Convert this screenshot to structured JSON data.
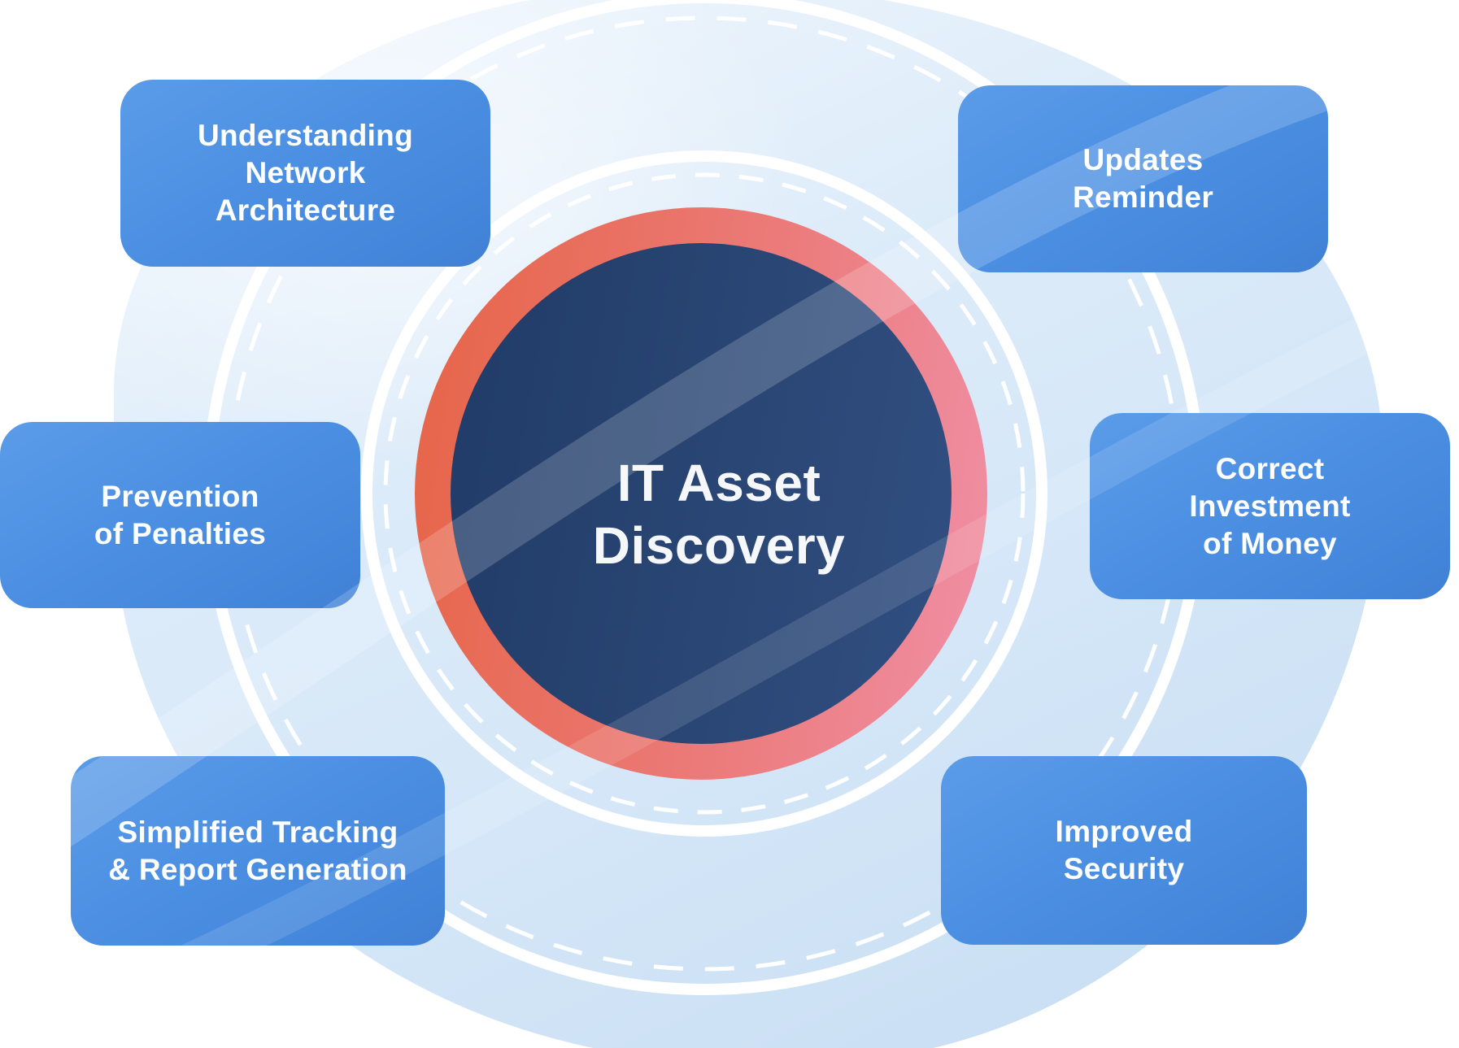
{
  "title": {
    "lines": [
      "IT Asset",
      "Discovery"
    ]
  },
  "benefits": [
    {
      "id": "understanding-network-architecture",
      "lines": [
        "Understanding",
        "Network",
        "Architecture"
      ]
    },
    {
      "id": "updates-reminder",
      "lines": [
        "Updates",
        "Reminder"
      ]
    },
    {
      "id": "prevention-of-penalties",
      "lines": [
        "Prevention",
        "of Penalties"
      ]
    },
    {
      "id": "correct-investment-of-money",
      "lines": [
        "Correct",
        "Investment",
        "of Money"
      ]
    },
    {
      "id": "simplified-tracking-report-generation",
      "lines": [
        "Simplified Tracking",
        "& Report Generation"
      ]
    },
    {
      "id": "improved-security",
      "lines": [
        "Improved",
        "Security"
      ]
    }
  ],
  "colors": {
    "card_blue": "#4a8ee2",
    "card_blue_light": "#5b9ce8",
    "card_blue_dark": "#4081d6",
    "navy_left": "#223d69",
    "navy_right": "#304e80",
    "ring_orange": "#e7674d",
    "ring_pink": "#ef8da1",
    "blob_light": "#f1f7fd",
    "blob_mid": "#dcebf9",
    "blob_deep": "#c7dcf3",
    "text_white": "#f5f7fa"
  }
}
